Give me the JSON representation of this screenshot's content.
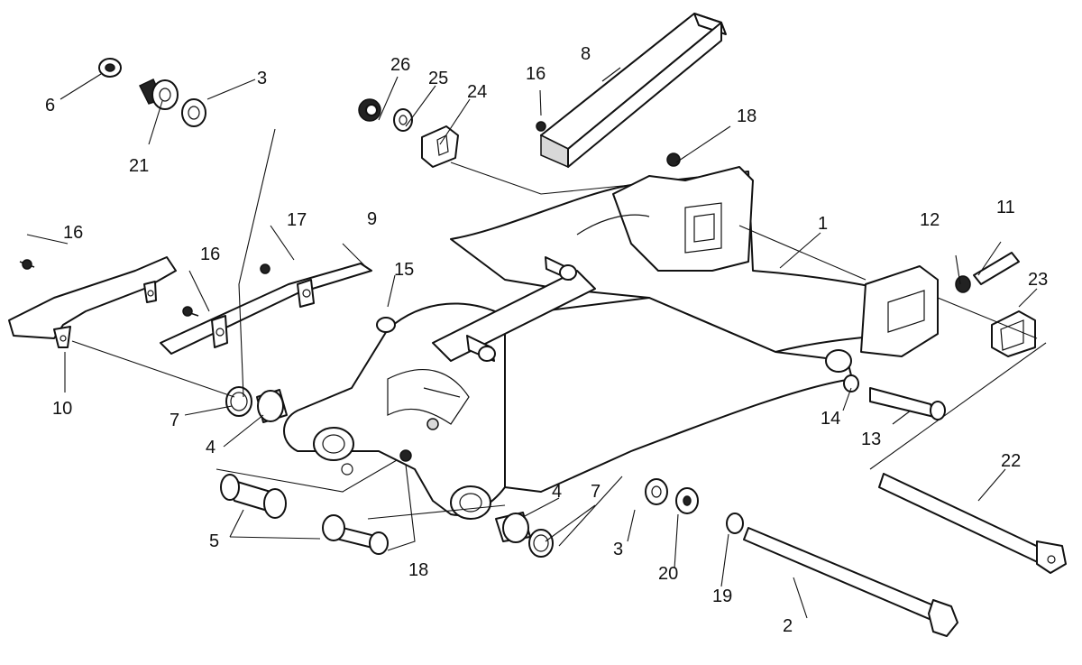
{
  "callouts": {
    "c1": "1",
    "c2": "2",
    "c3a": "3",
    "c3b": "3",
    "c4a": "4",
    "c4b": "4",
    "c5": "5",
    "c6": "6",
    "c7a": "7",
    "c7b": "7",
    "c8": "8",
    "c9": "9",
    "c10": "10",
    "c11": "11",
    "c12": "12",
    "c13": "13",
    "c14": "14",
    "c15": "15",
    "c16a": "16",
    "c16b": "16",
    "c16c": "16",
    "c17": "17",
    "c18a": "18",
    "c18b": "18",
    "c19": "19",
    "c20": "20",
    "c21": "21",
    "c22": "22",
    "c23": "23",
    "c24": "24",
    "c25": "25",
    "c26": "26"
  },
  "colors": {
    "ink": "#111111",
    "background": "#ffffff"
  }
}
